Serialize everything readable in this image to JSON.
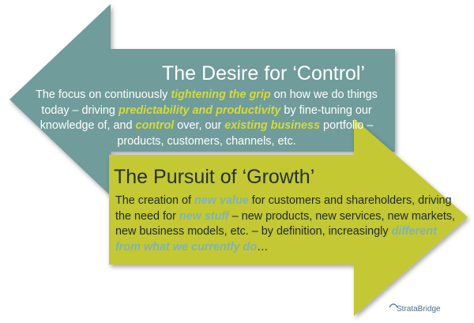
{
  "control": {
    "title": "The Desire for ‘Control’",
    "body": [
      {
        "text": "The focus on continuously ",
        "hl": false
      },
      {
        "text": "tightening the grip",
        "hl": true
      },
      {
        "text": " on how we do things today  –  driving ",
        "hl": false
      },
      {
        "text": "predictability and productivity",
        "hl": true
      },
      {
        "text": " by fine-tuning our knowledge of, and ",
        "hl": false
      },
      {
        "text": "control",
        "hl": true
      },
      {
        "text": " over, our ",
        "hl": false
      },
      {
        "text": "existing business",
        "hl": true
      },
      {
        "text": " portfolio – products, customers, channels, etc.",
        "hl": false
      }
    ]
  },
  "growth": {
    "title": "The Pursuit of ‘Growth’",
    "body": [
      {
        "text": "The creation of ",
        "hl": false
      },
      {
        "text": "new value",
        "hl": true
      },
      {
        "text": " for customers and shareholders, driving the need for ",
        "hl": false
      },
      {
        "text": "new stuff",
        "hl": true
      },
      {
        "text": " – new products, new services, new markets, new business models, etc. – by definition, increasingly ",
        "hl": false
      },
      {
        "text": "different from what we currently do",
        "hl": true
      },
      {
        "text": "…",
        "hl": false
      }
    ]
  },
  "logo": {
    "text": "StrataBridge"
  },
  "colors": {
    "teal_arrow": "#6f9c9b",
    "yellow_arrow": "#c4c833",
    "teal_highlight": "#7fb4b2",
    "yellow_highlight": "#d4dc38"
  }
}
